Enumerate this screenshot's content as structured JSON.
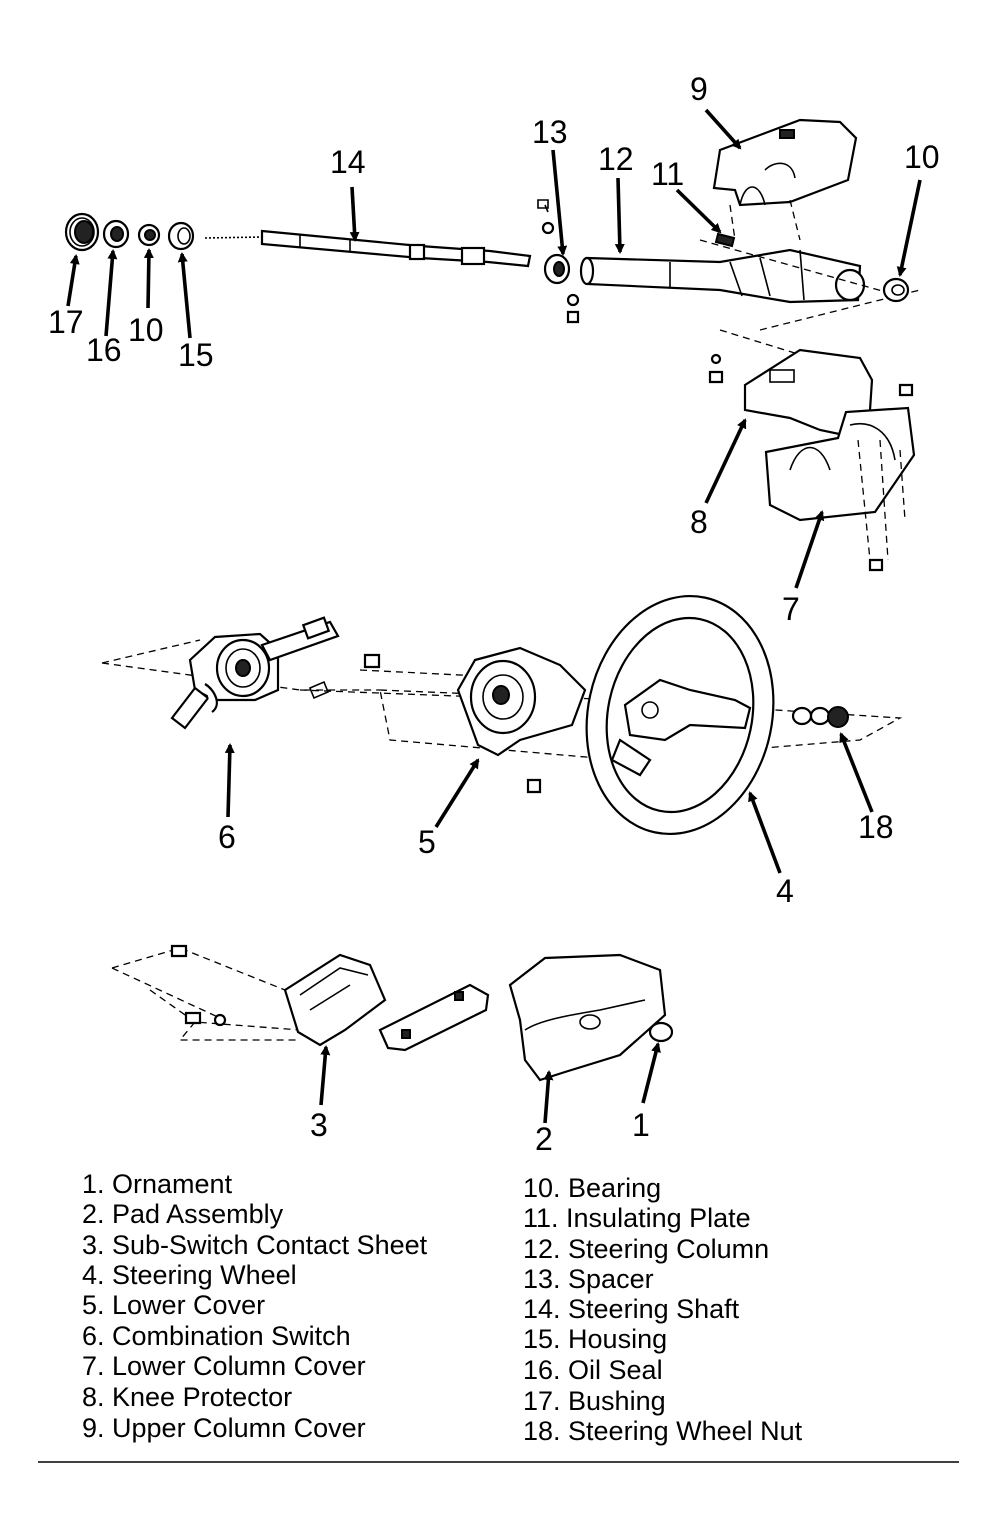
{
  "callouts": {
    "c1": "1",
    "c2": "2",
    "c3": "3",
    "c4": "4",
    "c5": "5",
    "c6": "6",
    "c7": "7",
    "c8": "8",
    "c9": "9",
    "c10a": "10",
    "c10b": "10",
    "c11": "11",
    "c12": "12",
    "c13": "13",
    "c14": "14",
    "c15": "15",
    "c16": "16",
    "c17": "17",
    "c18": "18"
  },
  "legend": {
    "left": [
      "1. Ornament",
      "2. Pad Assembly",
      "3. Sub-Switch Contact Sheet",
      "4. Steering Wheel",
      "5. Lower Cover",
      "6. Combination Switch",
      "7. Lower Column Cover",
      "8. Knee Protector",
      "9. Upper Column Cover"
    ],
    "right": [
      "10. Bearing",
      "11. Insulating Plate",
      "12. Steering Column",
      "13. Spacer",
      "14. Steering Shaft",
      "15. Housing",
      "16. Oil Seal",
      "17. Bushing",
      "18. Steering Wheel Nut"
    ]
  }
}
